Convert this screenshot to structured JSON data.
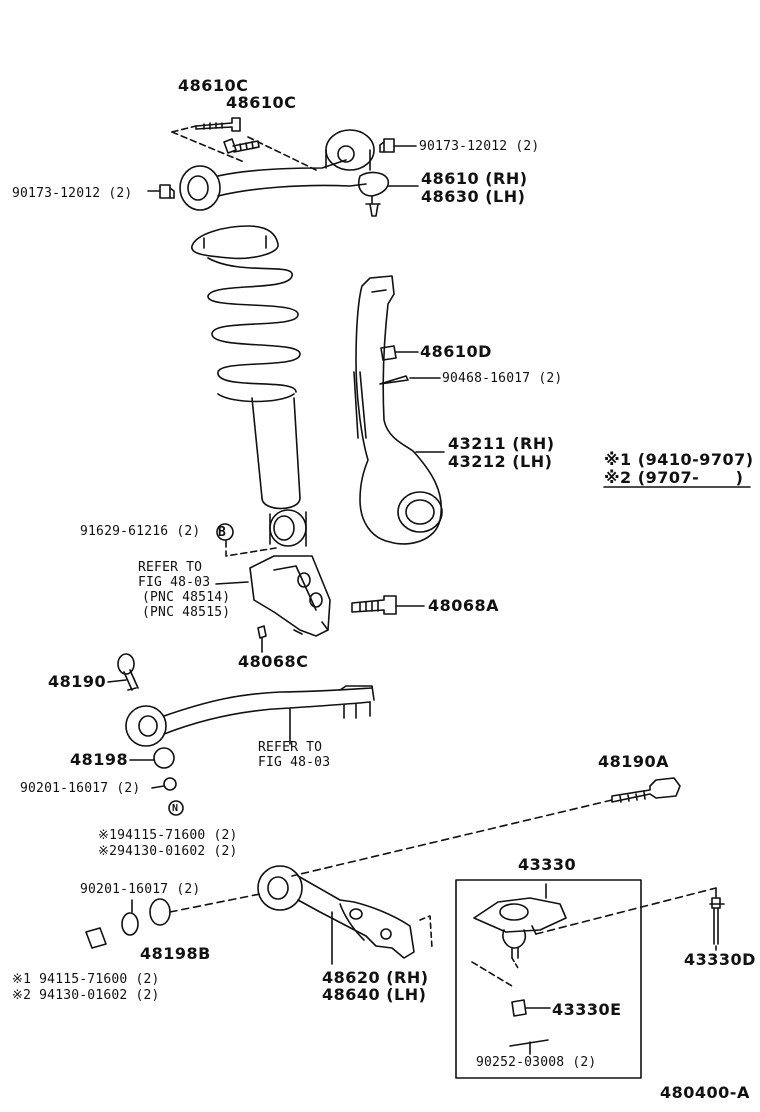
{
  "colors": {
    "ink": "#111111",
    "paper": "#ffffff"
  },
  "labels": {
    "p48610c_1": "48610C",
    "p48610c_2": "48610C",
    "p90173_right": "90173-12012 (2)",
    "p90173_left": "90173-12012 (2)",
    "p48610_rh": "48610 (RH)",
    "p48630_lh": "48630 (LH)",
    "p48610d": "48610D",
    "p90468": "90468-16017 (2)",
    "p43211_rh": "43211 (RH)",
    "p43212_lh": "43212 (LH)",
    "note1": "※1 (9410-9707)",
    "note2": "※2 (9707-      )",
    "p91629": "91629-61216 (2)",
    "refer1_a": "REFER TO",
    "refer1_b": "FIG 48-03",
    "refer1_c": "(PNC 48514)",
    "refer1_d": "(PNC 48515)",
    "p48068a": "48068A",
    "p48068c": "48068C",
    "p48190": "48190",
    "refer2_a": "REFER TO",
    "refer2_b": "FIG 48-03",
    "p48198": "48198",
    "p90201_a": "90201-16017 (2)",
    "p94115_a": "※194115-71600 (2)",
    "p94130_a": "※294130-01602 (2)",
    "p48190a": "48190A",
    "p43330": "43330",
    "p90201_b": "90201-16017 (2)",
    "p48198b": "48198B",
    "p43330d": "43330D",
    "p48620_rh": "48620 (RH)",
    "p48640_lh": "48640 (LH)",
    "p43330e": "43330E",
    "p94115_b": "※1 94115-71600 (2)",
    "p94130_b": "※2 94130-01602 (2)",
    "p90252": "90252-03008 (2)",
    "fig_id": "480400-A",
    "b_mark": "B",
    "n_mark": "N"
  }
}
